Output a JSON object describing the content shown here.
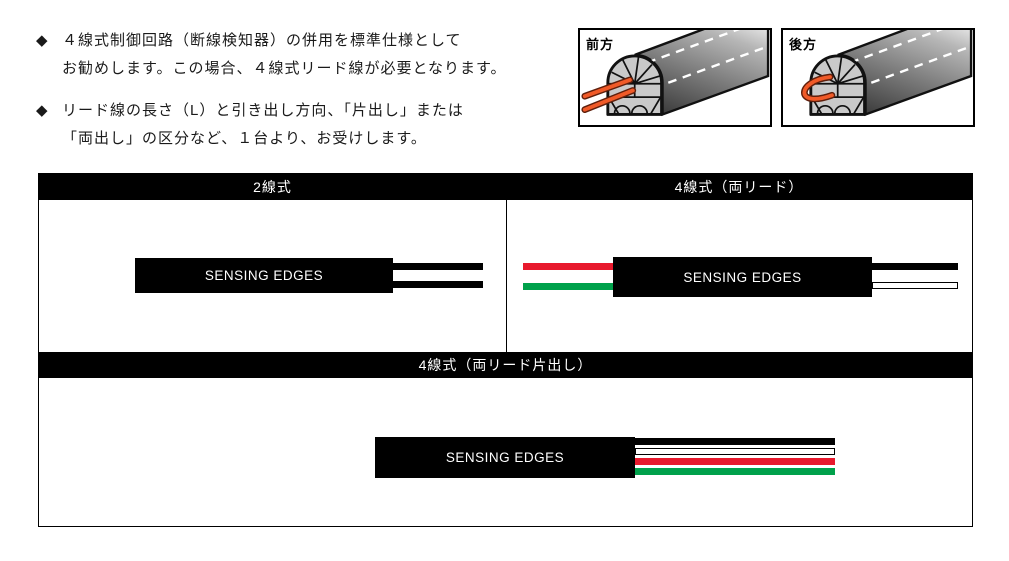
{
  "notes": [
    {
      "bullet": "◆",
      "lines": [
        "４線式制御回路（断線検知器）の併用を標準仕様として",
        "お勧めします。この場合、４線式リード線が必要となります。"
      ]
    },
    {
      "bullet": "◆",
      "lines": [
        "リード線の長さ（L）と引き出し方向、「片出し」または",
        "「両出し」の区分など、１台より、お受けします。"
      ]
    }
  ],
  "direction_figures": [
    {
      "label": "前方",
      "lead_style": "two-straight-leads"
    },
    {
      "label": "後方",
      "lead_style": "looped-lead"
    }
  ],
  "wiring_table": {
    "sections": [
      {
        "header": "2線式",
        "label": "SENSING EDGES",
        "left_wires": [],
        "right_wires": [
          "black",
          "black"
        ]
      },
      {
        "header": "4線式（両リード）",
        "label": "SENSING EDGES",
        "left_wires": [
          "red",
          "green"
        ],
        "right_wires": [
          "black",
          "white"
        ]
      },
      {
        "header": "4線式（両リード片出し）",
        "label": "SENSING EDGES",
        "left_wires": [],
        "right_wires": [
          "black",
          "white",
          "red",
          "green"
        ]
      }
    ]
  },
  "colors": {
    "wire_black": "#000000",
    "wire_white": "#ffffff",
    "wire_red": "#e8192d",
    "wire_green": "#00a14b",
    "lead_orange": "#f05a28",
    "header_bg": "#000000",
    "header_text": "#ffffff"
  }
}
